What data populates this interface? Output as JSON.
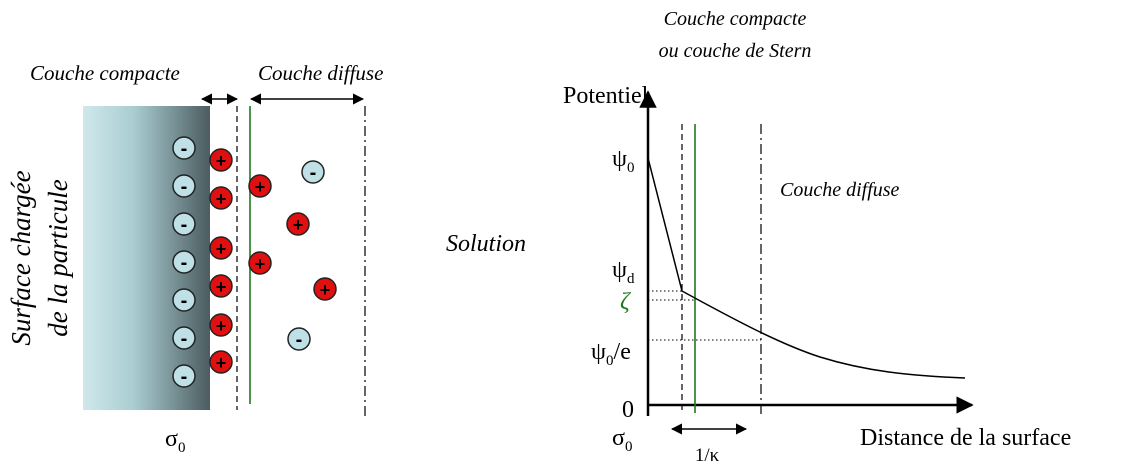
{
  "left_panel": {
    "label_compact": "Couche compacte",
    "label_diffuse": "Couche diffuse",
    "surface_line1": "Surface chargée",
    "surface_line2": "de la particule",
    "sigma_label": "σ",
    "sigma_sub": "0",
    "negative_sign": "-",
    "positive_sign": "+",
    "colors": {
      "surface_light": "#cfe8ea",
      "surface_dark": "#4c5c60",
      "anion_fill": "#bfe0e6",
      "cation_fill": "#e01010",
      "stern_plane": "#1f7a1f"
    }
  },
  "middle_label": "Solution",
  "graph": {
    "top_label_line1": "Couche compacte",
    "top_label_line2": "ou couche de Stern",
    "y_title": "Potentiel",
    "x_title": "Distance de la surface",
    "psi": "ψ",
    "psi0_sub": "0",
    "psid_sub": "d",
    "zeta": "ζ",
    "psi0e_suffix": "/e",
    "zero": "0",
    "sigma": "σ",
    "sigma_sub": "0",
    "diffuse_label": "Couche diffuse",
    "kappa_label": "1/κ",
    "colors": {
      "zeta": "#1f7a1f",
      "stern_plane": "#1f7a1f"
    }
  }
}
